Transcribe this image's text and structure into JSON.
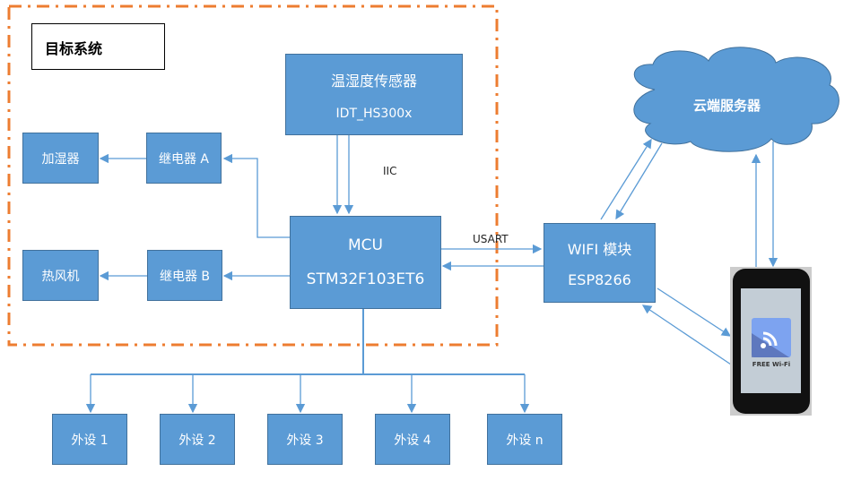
{
  "system_label": "目标系统",
  "sensor": {
    "name": "温湿度传感器",
    "model": "IDT_HS300x"
  },
  "mcu": {
    "name": "MCU",
    "model": "STM32F103ET6"
  },
  "wifi": {
    "name": "WIFI 模块",
    "model": "ESP8266"
  },
  "cloud": "云端服务器",
  "relay_a": "继电器 A",
  "relay_b": "继电器 B",
  "humidifier": "加湿器",
  "heater": "热风机",
  "bus_labels": {
    "iic": "IIC",
    "usart": "USART"
  },
  "peripherals": [
    "外设 1",
    "外设 2",
    "外设 3",
    "外设 4",
    "外设 n"
  ],
  "phone": {
    "screen_text": "FREE Wi-Fi"
  },
  "colors": {
    "box": "#5b9bd5",
    "border": "#ed7d31",
    "line": "#5b9bd5"
  }
}
